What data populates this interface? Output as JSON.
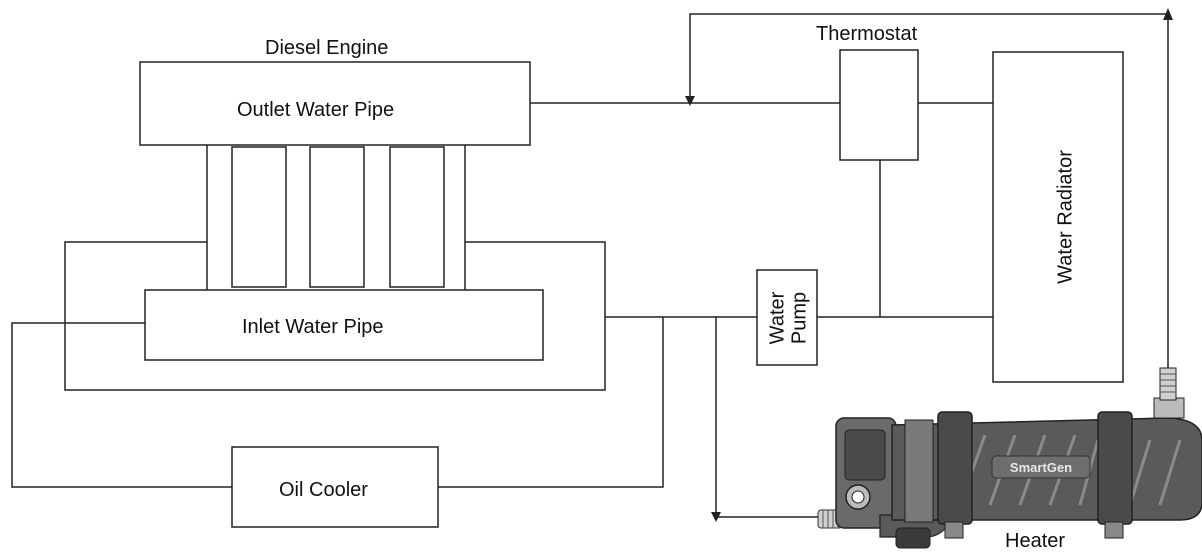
{
  "labels": {
    "diesel_engine": "Diesel Engine",
    "outlet_water_pipe": "Outlet Water Pipe",
    "inlet_water_pipe": "Inlet Water Pipe",
    "thermostat": "Thermostat",
    "water_radiator": "Water Radiator",
    "water_pump_line1": "Water",
    "water_pump_line2": "Pump",
    "oil_cooler": "Oil Cooler",
    "heater": "Heater",
    "heater_brand": "SmartGen"
  },
  "colors": {
    "line": "#222222",
    "heater_body": "#5a5a5a",
    "heater_dark": "#3a3a3a",
    "heater_light": "#9a9a9a"
  }
}
